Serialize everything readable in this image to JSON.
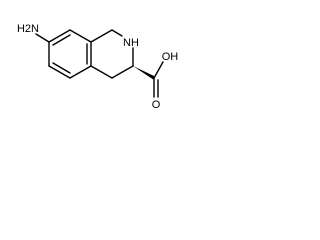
{
  "molecule": {
    "labels": {
      "amine": "H2N",
      "ring_nh": "NH",
      "hydroxyl": "OH",
      "carbonyl_o": "O"
    }
  }
}
